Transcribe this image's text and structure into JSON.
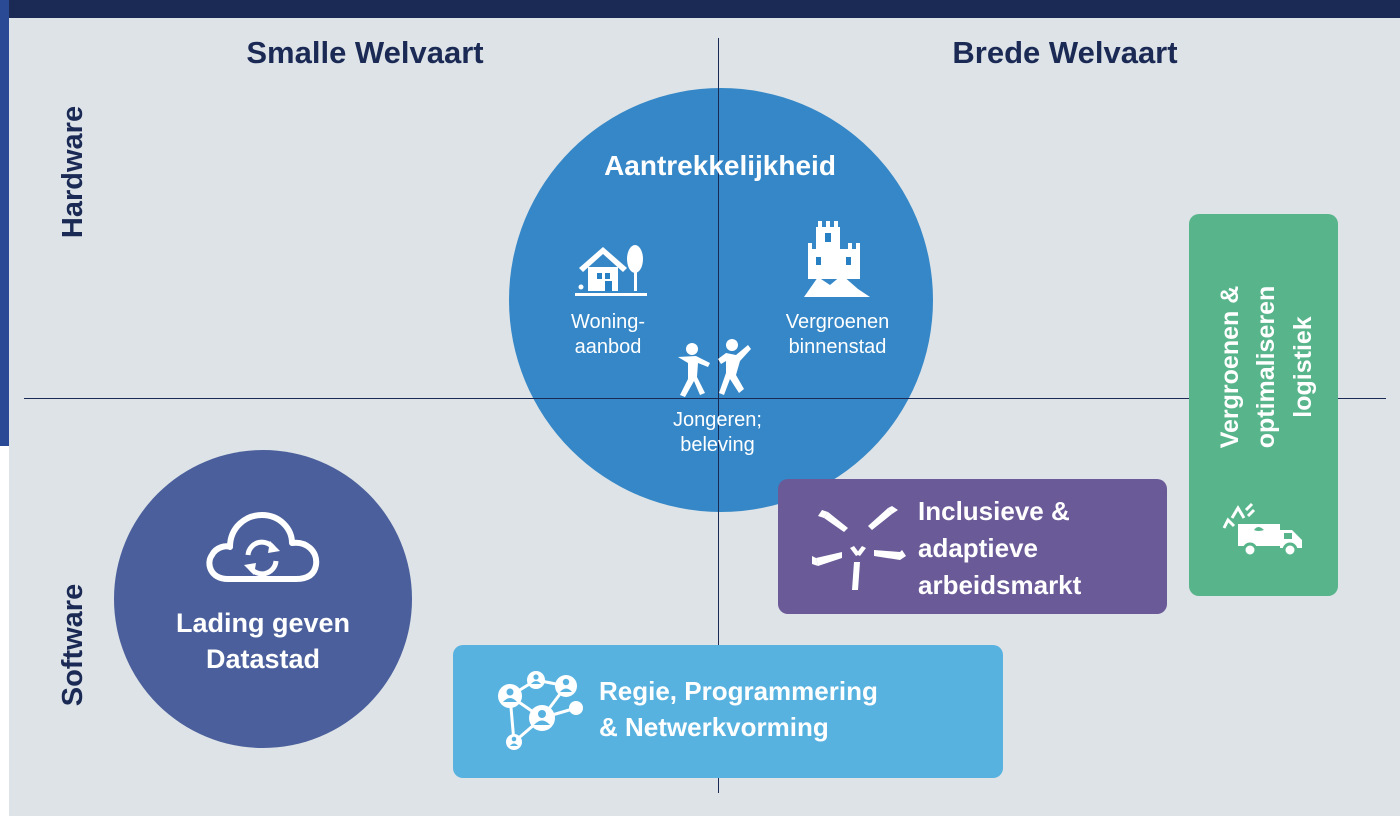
{
  "header": {
    "columns": [
      "Smalle Welvaart",
      "Brede Welvaart"
    ],
    "rows": [
      "Hardware",
      "Software"
    ]
  },
  "attractiveness": {
    "title": "Aantrekkelijkheid",
    "items": [
      {
        "label_line1": "Woning-",
        "label_line2": "aanbod",
        "icon": "house-icon"
      },
      {
        "label_line1": "Vergroenen",
        "label_line2": "binnenstad",
        "icon": "castle-icon"
      },
      {
        "label_line1": "Jongeren;",
        "label_line2": "beleving",
        "icon": "dancing-people-icon"
      }
    ]
  },
  "datastad": {
    "line1": "Lading geven",
    "line2": "Datastad",
    "icon": "cloud-sync-icon"
  },
  "logistics": {
    "line1": "Vergroenen &",
    "line2": "optimaliseren",
    "line3": "logistiek",
    "icon": "recycling-truck-icon"
  },
  "labour": {
    "line1": "Inclusieve &",
    "line2": "adaptieve",
    "line3": "arbeidsmarkt",
    "icon": "hands-circle-icon"
  },
  "network": {
    "line1": "Regie, Programmering",
    "line2": "& Netwerkvorming",
    "icon": "network-people-icon"
  },
  "colors": {
    "navy": "#1b2a55",
    "panel": "#dde3e7",
    "blue_circle": "#2880c4",
    "data_circle": "#4a5f9b",
    "green": "#58b48a",
    "purple": "#6a5a98",
    "light_blue": "#57b2e0"
  }
}
